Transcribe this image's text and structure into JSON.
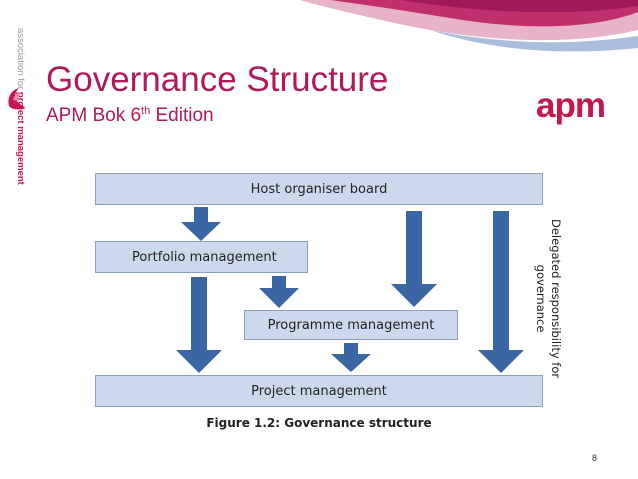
{
  "slide": {
    "title": "Governance Structure",
    "subtitle": "APM Bok 6",
    "subtitle_sup": "th",
    "subtitle_tail": " Edition",
    "page_number": "8"
  },
  "branding": {
    "logo_text": "apm",
    "side_text_line1": "association for",
    "side_text_line2": "project management",
    "color_primary": "#b01a5b"
  },
  "diagram": {
    "boxes": {
      "host": "Host organiser board",
      "portfolio": "Portfolio management",
      "programme": "Programme management",
      "project": "Project management"
    },
    "side_label_line1": "Delegated responsibility for",
    "side_label_line2": "governance",
    "caption": "Figure 1.2: Governance structure",
    "arrow_color": "#3a67a3",
    "box_color": "#ccd9ec"
  }
}
